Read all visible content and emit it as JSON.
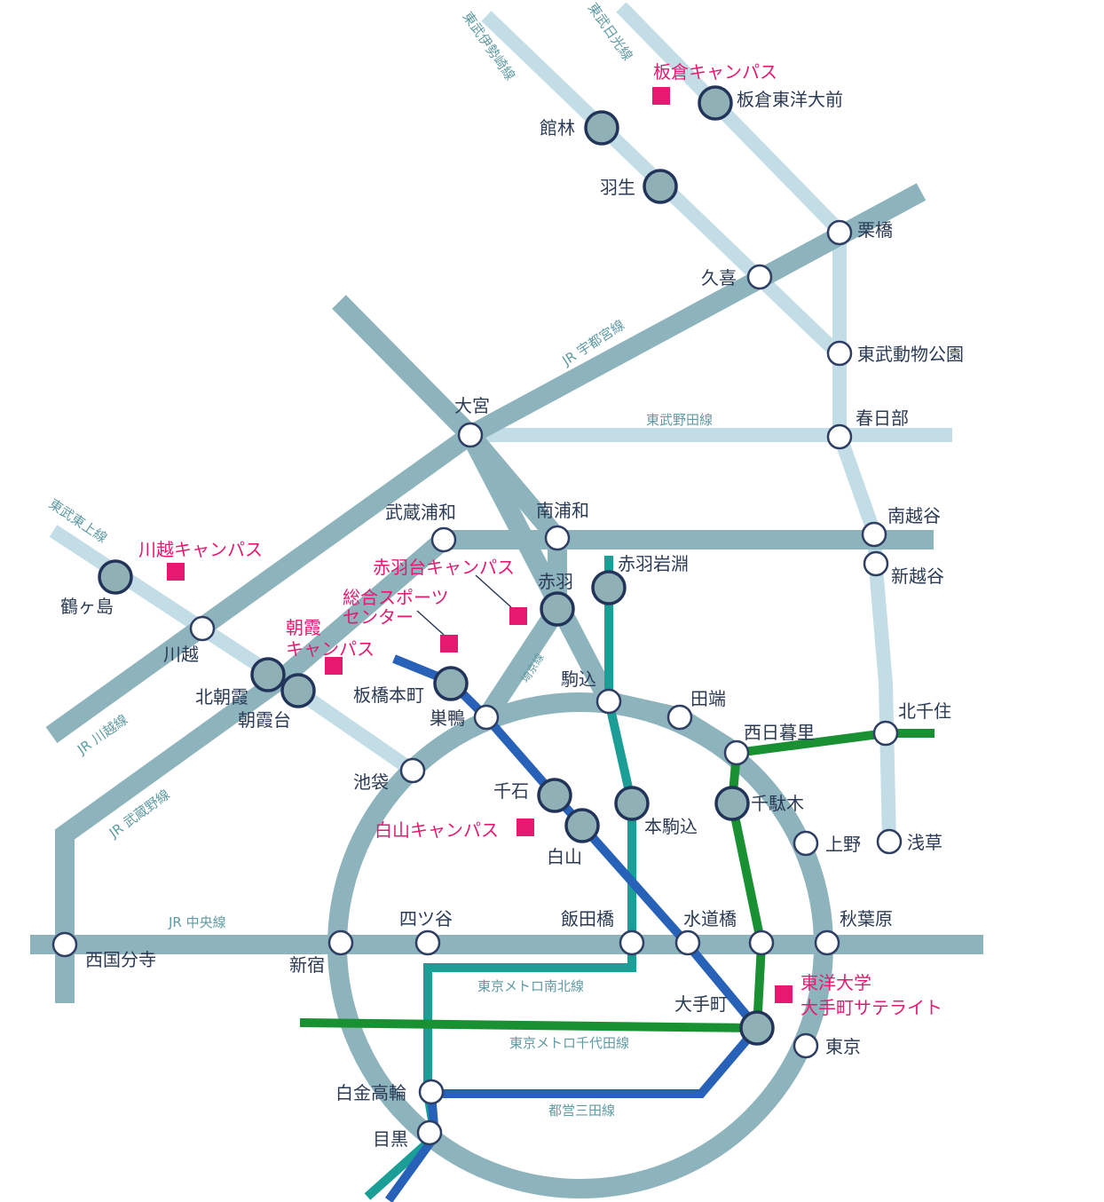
{
  "lines": {
    "tobu_nikko": "東武日光線",
    "tobu_isesaki": "東武伊勢崎線",
    "jr_utsunomiya": "JR 宇都宮線",
    "tobu_noda": "東武野田線",
    "tobu_tojo": "東武東上線",
    "jr_kawagoe": "JR 川越線",
    "saikyo": "埼京線",
    "jr_musashino": "JR 武蔵野線",
    "jr_chuo": "JR 中央線",
    "namboku": "東京メトロ南北線",
    "chiyoda": "東京メトロ千代田線",
    "mita": "都営三田線"
  },
  "stations": {
    "itakura_toyo_daimae": "板倉東洋大前",
    "tatebayashi": "館林",
    "hanyu": "羽生",
    "kurihashi": "栗橋",
    "kuki": "久喜",
    "tobu_dobutsu_koen": "東武動物公園",
    "kasukabe": "春日部",
    "omiya": "大宮",
    "musashi_urawa": "武蔵浦和",
    "minami_urawa": "南浦和",
    "minami_koshigaya": "南越谷",
    "shin_koshigaya": "新越谷",
    "tsurugashima": "鶴ヶ島",
    "kawagoe": "川越",
    "kita_asaka": "北朝霞",
    "asakadai": "朝霞台",
    "akabane": "赤羽",
    "akabane_iwabuchi": "赤羽岩淵",
    "itabashi_honcho": "板橋本町",
    "sugamo": "巣鴨",
    "komagome": "駒込",
    "tabata": "田端",
    "nishi_nippori": "西日暮里",
    "kita_senju": "北千住",
    "ikebukuro": "池袋",
    "sengoku": "千石",
    "hakusan": "白山",
    "hon_komagome": "本駒込",
    "sendagi": "千駄木",
    "ueno": "上野",
    "asakusa": "浅草",
    "nishi_kokubunji": "西国分寺",
    "shinjuku": "新宿",
    "yotsuya": "四ツ谷",
    "iidabashi": "飯田橋",
    "suidobashi": "水道橋",
    "akihabara": "秋葉原",
    "otemachi": "大手町",
    "tokyo": "東京",
    "shirokane_takanawa": "白金高輪",
    "meguro": "目黒"
  },
  "campuses": {
    "itakura": "板倉キャンパス",
    "kawagoe": "川越キャンパス",
    "akabanedai": "赤羽台キャンパス",
    "sports_1": "総合スポーツ",
    "sports_2": "センター",
    "asaka_1": "朝霞",
    "asaka_2": "キャンパス",
    "hakusan": "白山キャンパス",
    "otemachi_1": "東洋大学",
    "otemachi_2": "大手町サテライト"
  },
  "colors": {
    "jr_line": "#8db3bd",
    "tobu_line": "#c3dde6",
    "namboku": "#1a9e96",
    "chiyoda": "#199133",
    "mita": "#2862b8",
    "campus": "#e6186f"
  }
}
